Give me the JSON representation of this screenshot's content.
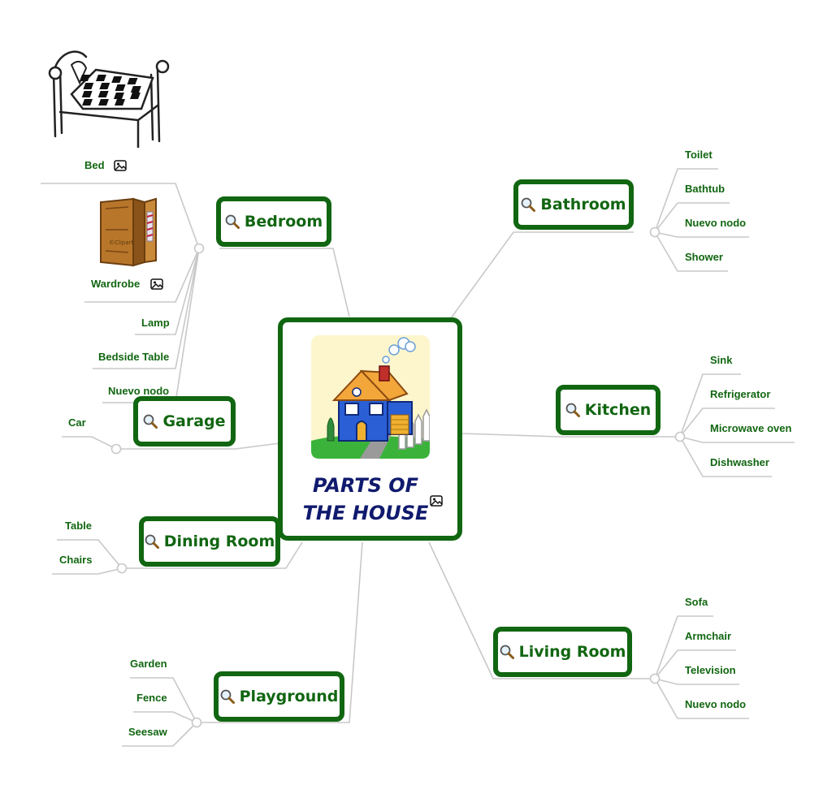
{
  "center": {
    "title_line1": "PARTS OF",
    "title_line2": "THE HOUSE",
    "icon": "image-icon"
  },
  "icons": {
    "topic": "magnifier-icon",
    "leaf_image": "image-icon"
  },
  "colors": {
    "accent": "#116611",
    "title": "#101a6e",
    "connector": "#c8c8c8"
  },
  "topics": {
    "bedroom": {
      "label": "Bedroom",
      "items": [
        "Bed",
        "Wardrobe",
        "Lamp",
        "Bedside Table",
        "Nuevo nodo"
      ]
    },
    "bathroom": {
      "label": "Bathroom",
      "items": [
        "Toilet",
        "Bathtub",
        "Nuevo nodo",
        "Shower"
      ]
    },
    "kitchen": {
      "label": "Kitchen",
      "items": [
        "Sink",
        "Refrigerator",
        "Microwave oven",
        "Dishwasher"
      ]
    },
    "garage": {
      "label": "Garage",
      "items": [
        "Car"
      ]
    },
    "dining": {
      "label": "Dining Room",
      "items": [
        "Table",
        "Chairs"
      ]
    },
    "living": {
      "label": "Living Room",
      "items": [
        "Sofa",
        "Armchair",
        "Television",
        "Nuevo nodo"
      ]
    },
    "playground": {
      "label": "Playground",
      "items": [
        "Garden",
        "Fence",
        "Seesaw"
      ]
    }
  }
}
